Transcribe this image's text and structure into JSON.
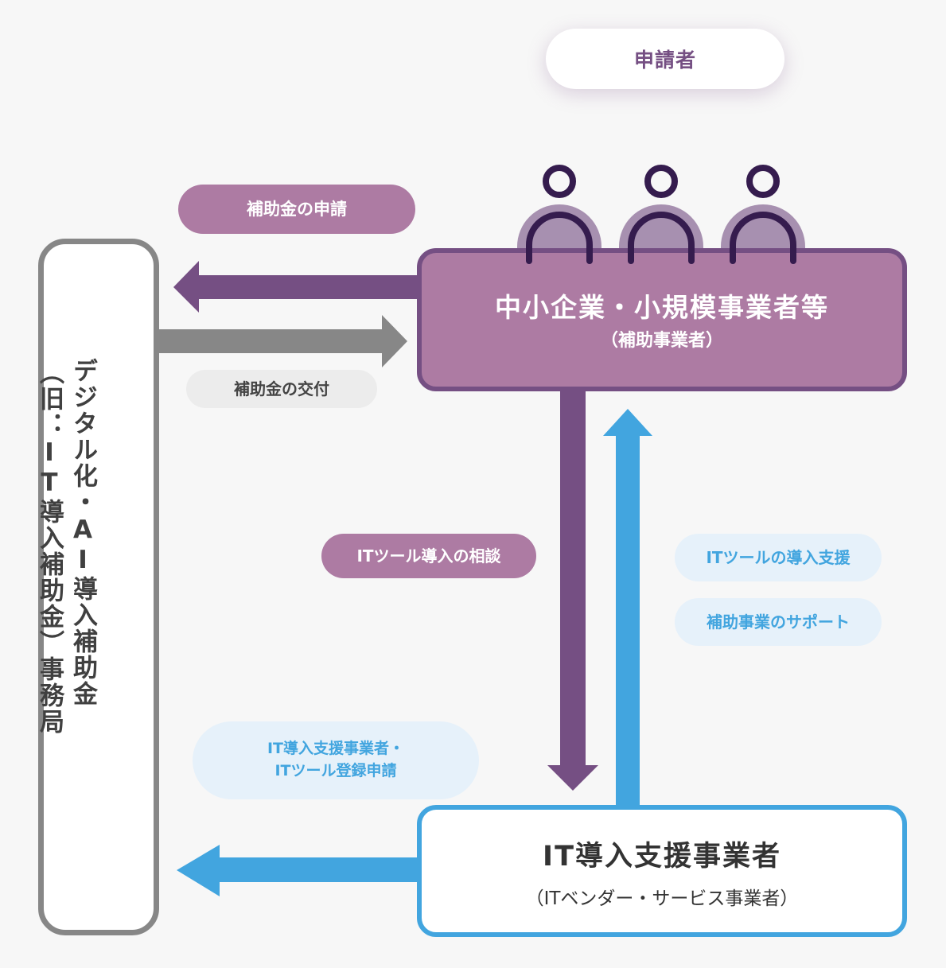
{
  "applicant_label": "申請者",
  "secretariat": {
    "line1": "デジタル化・AI導入補助金",
    "line2": "（旧：IT導入補助金）事務局"
  },
  "sme": {
    "title": "中小企業・小規模事業者等",
    "subtitle": "（補助事業者）",
    "people_icons": [
      "person-icon",
      "person-icon",
      "person-icon"
    ]
  },
  "vendor": {
    "title": "IT導入支援事業者",
    "subtitle": "（ITベンダー・サービス事業者）"
  },
  "flows": {
    "subsidy_application": "補助金の申請",
    "subsidy_grant": "補助金の交付",
    "it_tool_consultation": "ITツール導入の相談",
    "it_tool_support": "ITツールの導入支援",
    "project_support": "補助事業のサポート",
    "registration": {
      "line1": "IT導入支援事業者・",
      "line2": "ITツール登録申請"
    }
  },
  "colors": {
    "purple_dark": "#754f83",
    "purple_light": "#ad7ba3",
    "person_stroke": "#351c4e",
    "person_fill": "#a790b0",
    "gray": "#878787",
    "blue": "#42a5df",
    "blue_light": "#e6f1fa",
    "background": "#f7f7f7"
  }
}
